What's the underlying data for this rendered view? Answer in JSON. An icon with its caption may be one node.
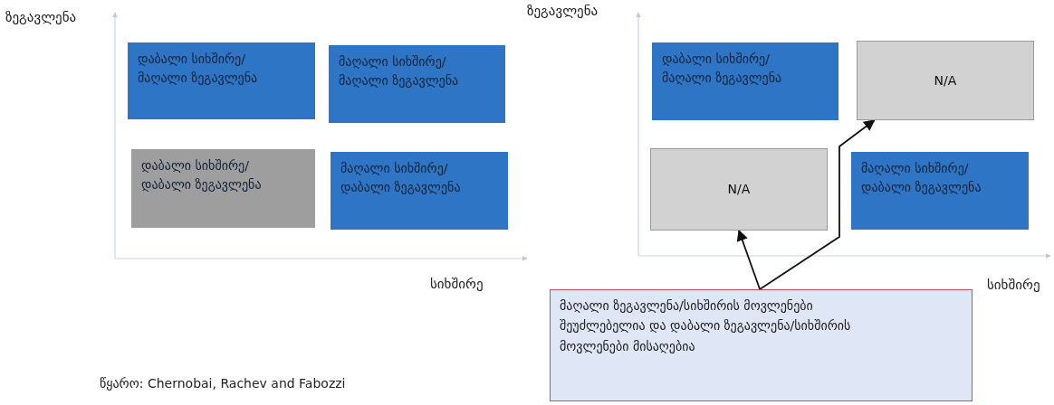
{
  "diagram": {
    "nodes": [
      {
        "text": [
          "დაბალი სიხშირე/მაღალი ზეგავლენა"
        ]
      },
      {
        "text": [
          "მაღალი სიხშირე/მაღალი ზეგავლენა"
        ]
      },
      {
        "text": [
          "დაბალი სიხშირე/დაბალი ზეგავლენა"
        ]
      },
      {
        "text": [
          "მაღალი სიხშირე/დაბალი ზეგავლენა"
        ]
      },
      {
        "text": [
          "დაბალი სიხშირე/მაღალი ზეგავლენა"
        ]
      },
      {
        "text": [
          "N/A"
        ]
      },
      {
        "text": [
          "N/A"
        ]
      },
      {
        "text": [
          "მაღალი სიხშირე/დაბალი ზეგავლენა"
        ]
      },
      {
        "text": [
          "მაღალი ზეგავლენა/სიხშირის მოვლენები შეუძლებელია და დაბალი ზეგავლენა/სიხშირის მოვლენები მისაღებია"
        ]
      }
    ],
    "edges": [
      {
        "from": 8,
        "to": 5,
        "arrow": "to"
      },
      {
        "from": 8,
        "to": 6,
        "arrow": "to"
      }
    ],
    "labels": [
      "ზეგავლენა",
      "სიხშირე",
      "ზეგავლენა",
      "სიხშირე",
      "წყარო:  Chernobai, Rachev and Fabozzi"
    ]
  }
}
